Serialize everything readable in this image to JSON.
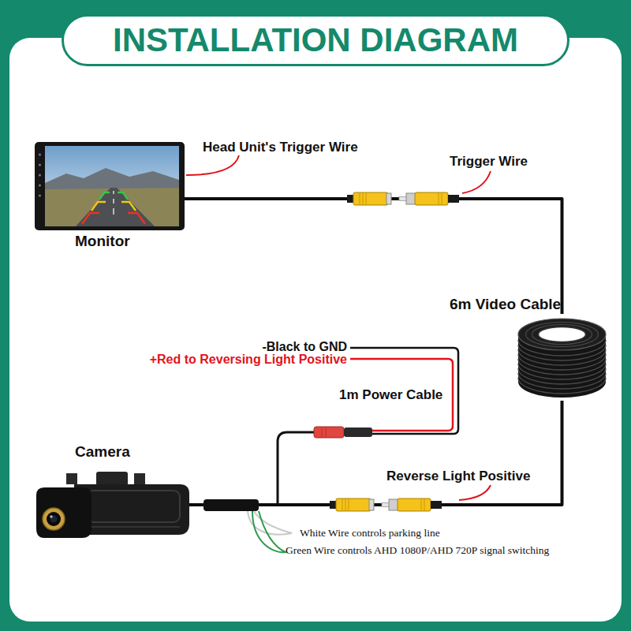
{
  "diagram": {
    "title": "INSTALLATION DIAGRAM",
    "nodes": [
      {
        "text": [
          "Monitor"
        ]
      },
      {
        "text": [
          "6m Video Cable"
        ]
      },
      {
        "text": [
          "Camera"
        ]
      }
    ],
    "edges": [
      {
        "from": 0,
        "to": 1,
        "arrow": "none"
      },
      {
        "from": 1,
        "to": 2,
        "arrow": "none"
      }
    ],
    "labels": [
      "Head Unit's Trigger Wire",
      "Trigger Wire",
      "-Black to GND",
      "+Red to Reversing Light Positive",
      "1m Power Cable",
      "Reverse Light Positive",
      "White Wire controls parking line",
      "Green Wire controls AHD 1080P/AHD 720P signal switching"
    ]
  }
}
